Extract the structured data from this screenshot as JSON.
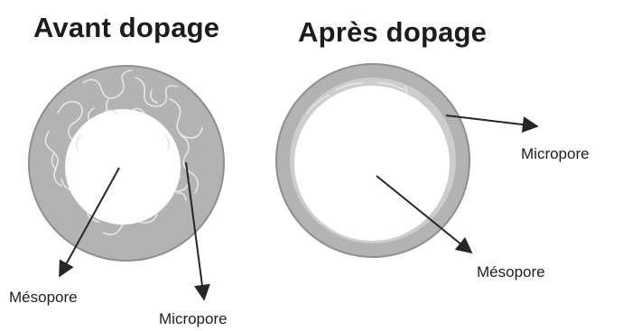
{
  "colors": {
    "outer_ring": "#8f8f8f",
    "ring_fill": "#b3b3b3",
    "pore_center": "#ffffff",
    "micropore_fibers": "#e6e6e6",
    "arrow": "#262626",
    "text": "#1e1e1e"
  },
  "panels": [
    {
      "title": "Avant dopage",
      "mesopore_label": "Mésopore",
      "micropore_label": "Micropore"
    },
    {
      "title": "Après dopage",
      "mesopore_label": "Mésopore",
      "micropore_label": "Micropore"
    }
  ]
}
